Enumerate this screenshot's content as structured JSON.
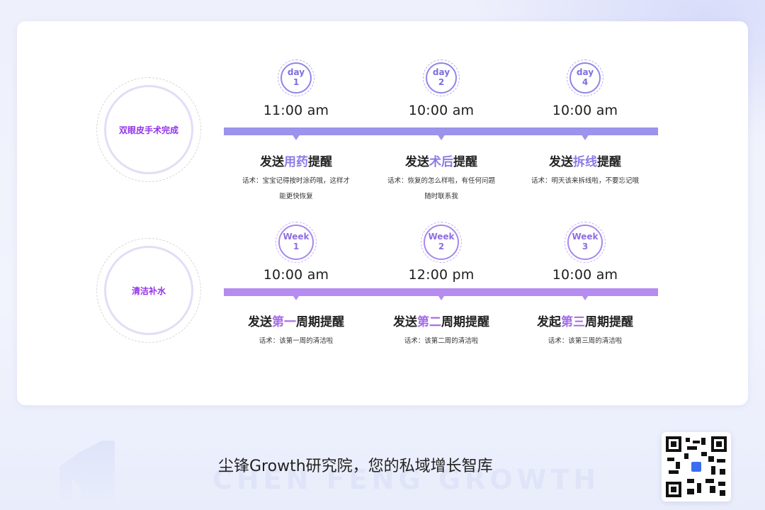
{
  "section1": {
    "circle_label": "双眼皮手术完成",
    "items": [
      {
        "badge_top": "day",
        "badge_num": "1",
        "time": "11:00 am",
        "title_pre": "发送",
        "title_hl": "用药",
        "title_post": "提醒",
        "desc": "话术：宝宝记得按时涂药哦，这样才能更快恢复"
      },
      {
        "badge_top": "day",
        "badge_num": "2",
        "time": "10:00 am",
        "title_pre": "发送",
        "title_hl": "术后",
        "title_post": "提醒",
        "desc": "话术：恢复的怎么样啦，有任何问题随时联系我"
      },
      {
        "badge_top": "day",
        "badge_num": "4",
        "time": "10:00 am",
        "title_pre": "发送",
        "title_hl": "拆线",
        "title_post": "提醒",
        "desc": "话术：明天该来拆线啦，不要忘记哦"
      }
    ]
  },
  "section2": {
    "circle_label": "清洁补水",
    "items": [
      {
        "badge_top": "Week",
        "badge_num": "1",
        "time": "10:00 am",
        "title_pre": "发送",
        "title_hl": "第一",
        "title_post": "周期提醒",
        "desc": "话术：该第一周的清洁啦"
      },
      {
        "badge_top": "Week",
        "badge_num": "2",
        "time": "12:00 pm",
        "title_pre": "发送",
        "title_hl": "第二",
        "title_post": "周期提醒",
        "desc": "话术：该第二周的清洁啦"
      },
      {
        "badge_top": "Week",
        "badge_num": "3",
        "time": "10:00 am",
        "title_pre": "发起",
        "title_hl": "第三",
        "title_post": "周期提醒",
        "desc": "话术：该第三周的清洁啦"
      }
    ]
  },
  "footer": {
    "slogan": "尘锋Growth研究院，您的私域增长智库",
    "ghost_text": "CHEN FENG GROWTH",
    "qr_icon": "qr-code-icon"
  },
  "colors": {
    "bar1": "#9b93ec",
    "bar2": "#b58bf0",
    "accent": "#9333ea"
  }
}
